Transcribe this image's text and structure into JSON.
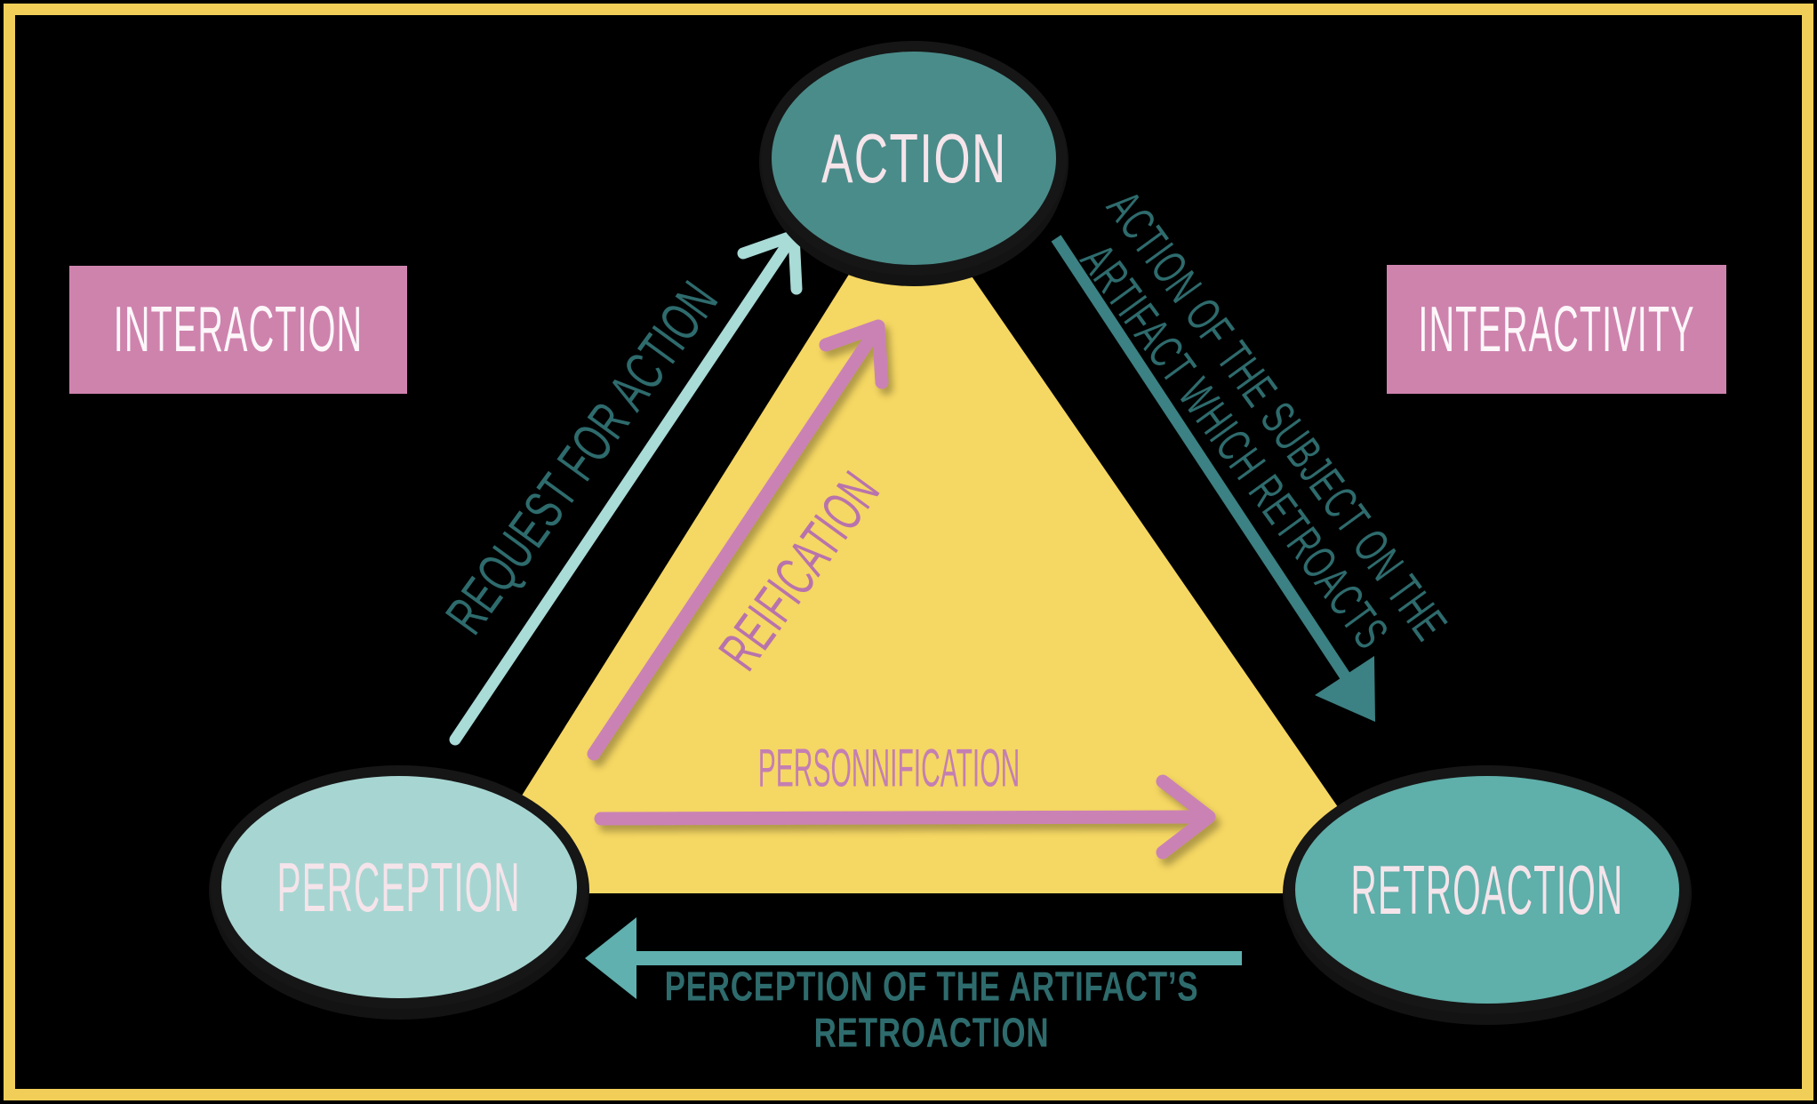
{
  "diagram": {
    "background_color": "#000000",
    "border_color": "#F0CE58",
    "triangle_color": "#F5D763",
    "title_box_color": "#CE83AD",
    "boxes": {
      "interaction": {
        "label": "INTERACTION"
      },
      "interactivity": {
        "label": "INTERACTIVITY"
      }
    },
    "nodes": {
      "action": {
        "label": "ACTION",
        "color": "#4A8C8A"
      },
      "perception": {
        "label": "PERCEPTION",
        "color": "#A7D6D2"
      },
      "retroaction": {
        "label": "RETROACTION",
        "color": "#5FAFAA"
      }
    },
    "edges": {
      "request_for_action": {
        "label": "REQUEST FOR ACTION",
        "from": "perception",
        "to": "action",
        "arrow_color": "#A9DBD7",
        "text_color": "#2E6B6D"
      },
      "reification": {
        "label": "REIFICATION",
        "from": "perception",
        "to": "action",
        "arrow_color": "#CA82B5",
        "text_color": "#B873AC"
      },
      "personnification": {
        "label": "PERSONNIFICATION",
        "from": "perception",
        "to": "retroaction",
        "arrow_color": "#CA82B5",
        "text_color": "#C47FB2"
      },
      "subject_on_artifact": {
        "label_line1": "ACTION OF THE SUBJECT ON THE",
        "label_line2": "ARTIFACT WHICH RETROACTS",
        "from": "action",
        "to": "retroaction",
        "arrow_color": "#3C8183",
        "text_color": "#2E6B6D"
      },
      "artifact_retroaction": {
        "label_line1": "PERCEPTION OF THE ARTIFACT’S",
        "label_line2": "RETROACTION",
        "from": "retroaction",
        "to": "perception",
        "arrow_color": "#5FB0AE",
        "text_color": "#2E6B6D"
      }
    }
  }
}
